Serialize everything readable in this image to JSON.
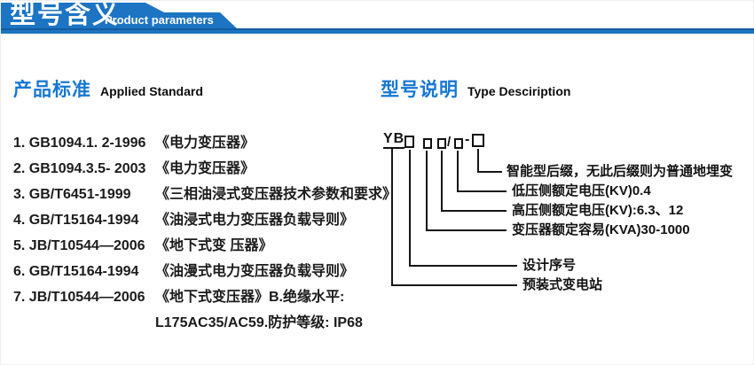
{
  "header": {
    "title_cn": "型号含义",
    "title_en": "Product parameters",
    "banner_color": "#1c74c3",
    "bar_color": "#1d74c1"
  },
  "standards": {
    "heading_cn": "产品标准",
    "heading_en": "Applied Standard",
    "items": [
      {
        "code": "1. GB1094.1. 2-1996",
        "title": "《电力变压器》"
      },
      {
        "code": "2. GB1094.3.5- 2003",
        "title": "《电力变压器》"
      },
      {
        "code": "3. GB/T6451-1999",
        "title": "《三相油浸式变压器技术参数和要求》"
      },
      {
        "code": "4. GB/T15164-1994",
        "title": "《油浸式电力变压器负载导则》"
      },
      {
        "code": "5. JB/T10544—2006",
        "title": "《地下式变 压器》"
      },
      {
        "code": "6. GB/T15164-1994",
        "title": "《油漫式电力变压器负载导则》"
      },
      {
        "code": "7. JB/T10544—2006",
        "title": "《地下式变压器》B.绝缘水平:"
      },
      {
        "code": "",
        "title": "L175AC35/AC59.防护等级: IP68"
      }
    ]
  },
  "type_desc": {
    "heading_cn": "型号说明",
    "heading_en": "Type Desciription",
    "code_prefix": "YB",
    "code_slash": "/",
    "code_dash": "-",
    "labels": [
      "智能型后缀，无此后缀则为普通地埋变",
      "低压侧额定电压(KV)0.4",
      "高压侧额定电压(KV):6.3、12",
      "变压器额定容易(KVA)30-1000",
      "设计序号",
      "预装式变电站"
    ]
  }
}
